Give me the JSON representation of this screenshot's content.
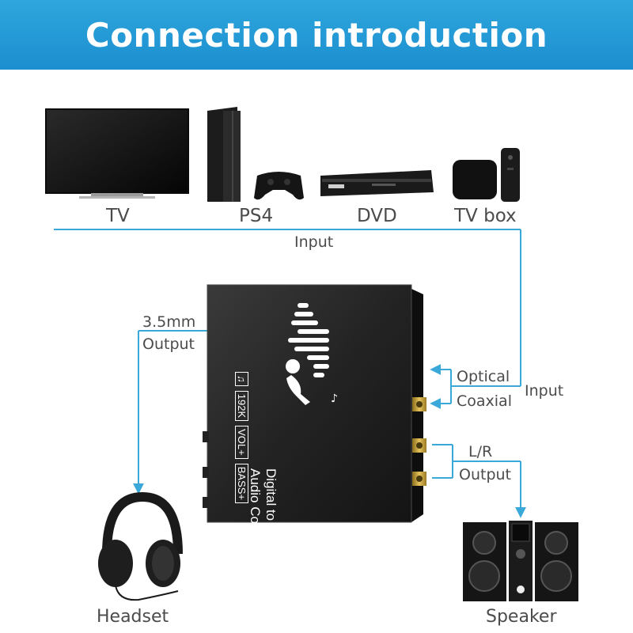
{
  "banner": {
    "title": "Connection introduction",
    "color": "#1b8fcf"
  },
  "devices": [
    "TV",
    "PS4",
    "DVD",
    "TV box"
  ],
  "labels": {
    "input_top": "Input",
    "jack_size": "3.5mm",
    "jack_output": "Output",
    "optical": "Optical",
    "coaxial": "Coaxial",
    "input_right": "Input",
    "lr": "L/R",
    "lr_output": "Output",
    "headset": "Headset",
    "speaker": "Speaker"
  },
  "converter": {
    "line1": "Digital to Analog",
    "line2": "Audio Converter",
    "badges": [
      "192K",
      "VOL+",
      "BASS+"
    ]
  },
  "line_color": "#3aa8d8"
}
